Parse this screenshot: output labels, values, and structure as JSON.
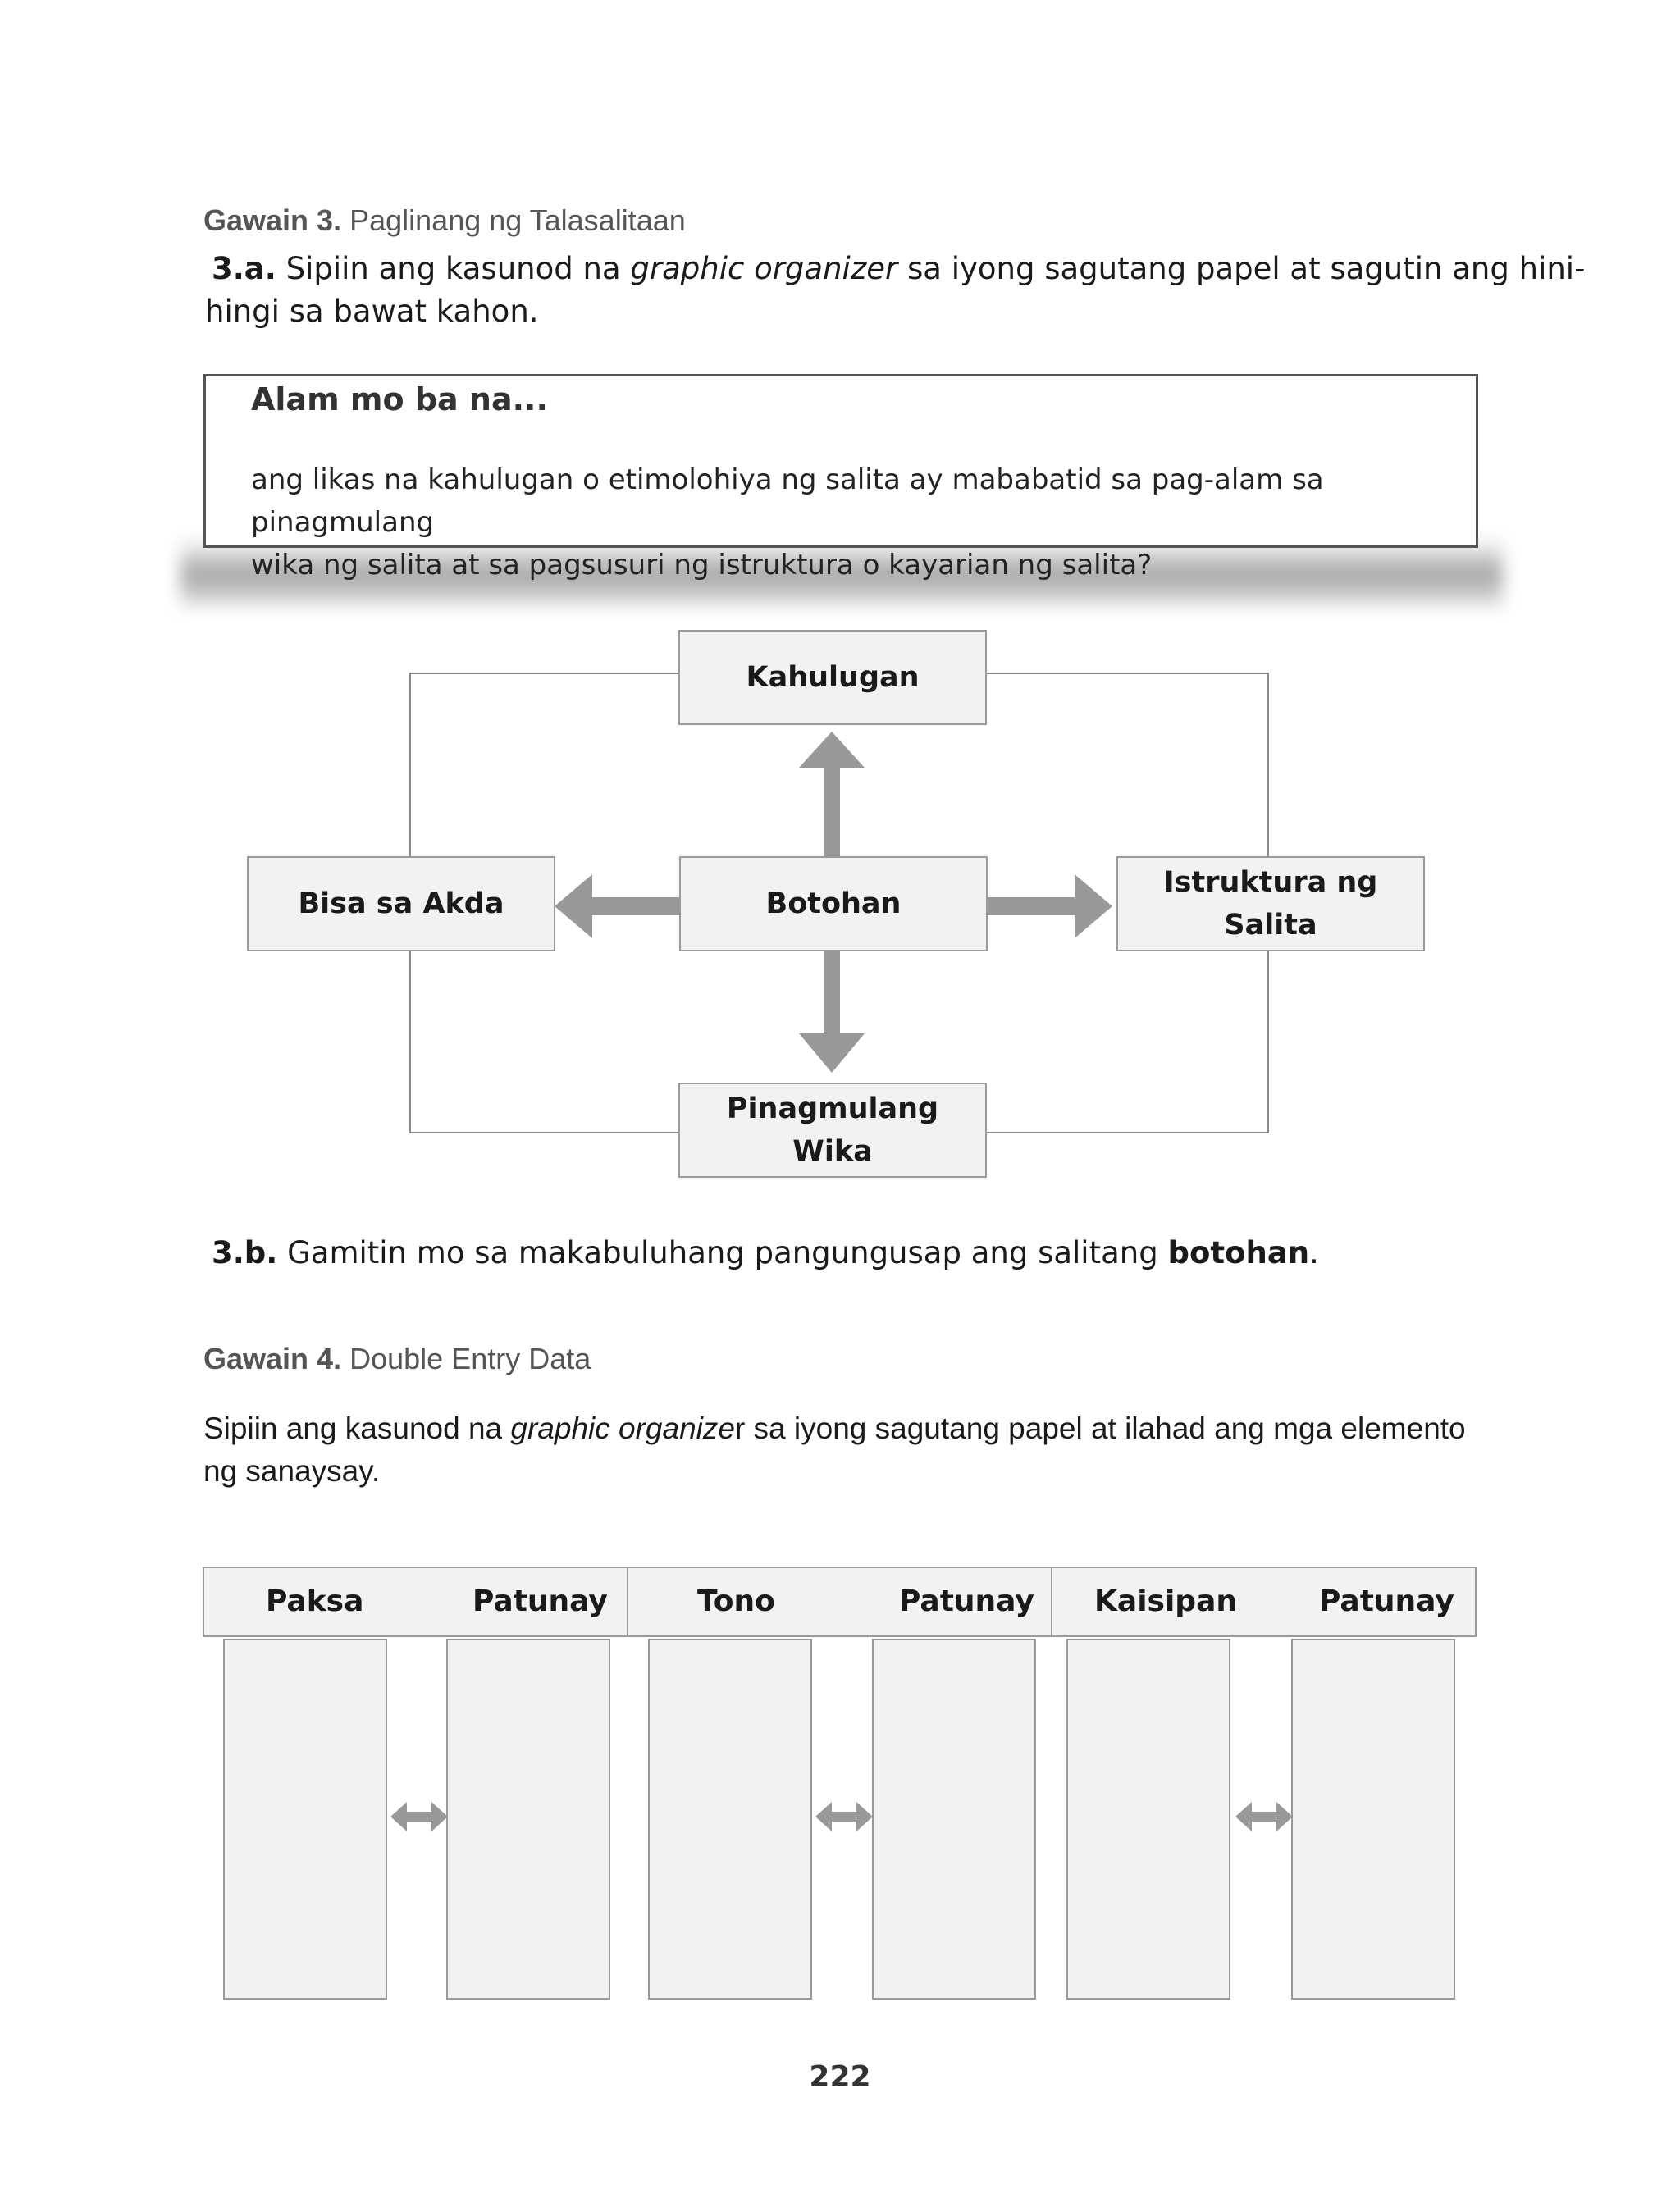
{
  "gawain3": {
    "label": "Gawain 3.",
    "title": "Paglinang ng Talasalitaan",
    "instr_3a_label": "3.a.",
    "instr_3a_pre": " Sipiin ang kasunod na ",
    "instr_3a_italic": "graphic organizer",
    "instr_3a_post_line1": " sa iyong sagutang papel at sagutin ang hini-",
    "instr_3a_line2": "hingi sa bawat kahon."
  },
  "callout": {
    "title": "Alam mo ba na...",
    "body_line1": "ang likas na kahulugan o etimolohiya ng salita ay mababatid sa pag-alam sa pinagmulang",
    "body_line2": "wika ng salita at sa pagsusuri ng istruktura o kayarian ng salita?"
  },
  "diagram": {
    "center": "Botohan",
    "top": "Kahulugan",
    "left": "Bisa sa Akda",
    "right": "Istruktura ng Salita",
    "bottom_line1": "Pinagmulang",
    "bottom_line2": "Wika",
    "arrow_color": "#999999"
  },
  "instr_3b": {
    "label": "3.b.",
    "text": " Gamitin mo sa makabuluhang pangungusap ang salitang ",
    "bold_word": "botohan",
    "end": "."
  },
  "gawain4": {
    "label": "Gawain 4.",
    "title": "Double Entry Data",
    "instr_pre": "Sipiin ang kasunod na ",
    "instr_italic": "graphic organize",
    "instr_post_line1": "r sa iyong sagutang papel at ilahad ang mga elemento",
    "instr_line2": "ng sanaysay."
  },
  "table": {
    "headers": [
      "Paksa",
      "Patunay",
      "Tono",
      "Patunay",
      "Kaisipan",
      "Patunay"
    ]
  },
  "page_number": "222"
}
